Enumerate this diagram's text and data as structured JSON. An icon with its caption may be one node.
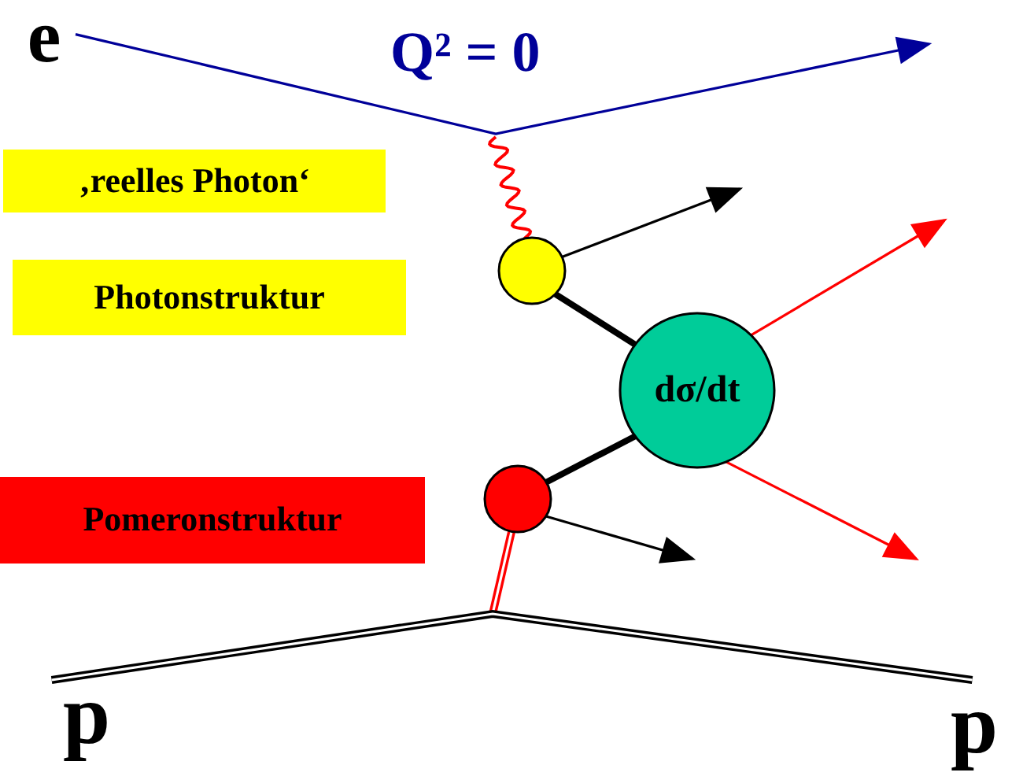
{
  "diagram": {
    "nodes": [
      {
        "text": [
          "e"
        ]
      },
      {
        "text": [
          "‚reelles Photon‘"
        ]
      },
      {
        "text": [
          "Photonstruktur"
        ]
      },
      {
        "text": [],
        "shape": "circle"
      },
      {
        "text": [
          "dσ/dt"
        ]
      },
      {
        "text": [
          "Pomeronstruktur"
        ]
      },
      {
        "text": [],
        "shape": "circle"
      },
      {
        "text": [
          "p"
        ]
      },
      {
        "text": [
          "p"
        ]
      }
    ],
    "edges": [
      {
        "from": 0,
        "to": null,
        "arrow": "to",
        "color": "#000099"
      },
      {
        "from": null,
        "to": 3,
        "arrow": "none",
        "color": "#ff0000"
      },
      {
        "from": 3,
        "to": 4,
        "arrow": "none",
        "style": "thick"
      },
      {
        "from": 4,
        "to": 6,
        "arrow": "none",
        "style": "thick"
      },
      {
        "from": 6,
        "to": null,
        "arrow": "none",
        "style": "thick",
        "color": "#ff0000"
      },
      {
        "from": 7,
        "to": 8,
        "arrow": "none",
        "style": "thick"
      },
      {
        "from": 3,
        "to": null,
        "arrow": "to"
      },
      {
        "from": 4,
        "to": null,
        "arrow": "to",
        "color": "#ff0000"
      },
      {
        "from": 4,
        "to": null,
        "arrow": "to",
        "color": "#ff0000"
      },
      {
        "from": 6,
        "to": null,
        "arrow": "to"
      }
    ],
    "labels": [
      "Q² = 0"
    ]
  }
}
